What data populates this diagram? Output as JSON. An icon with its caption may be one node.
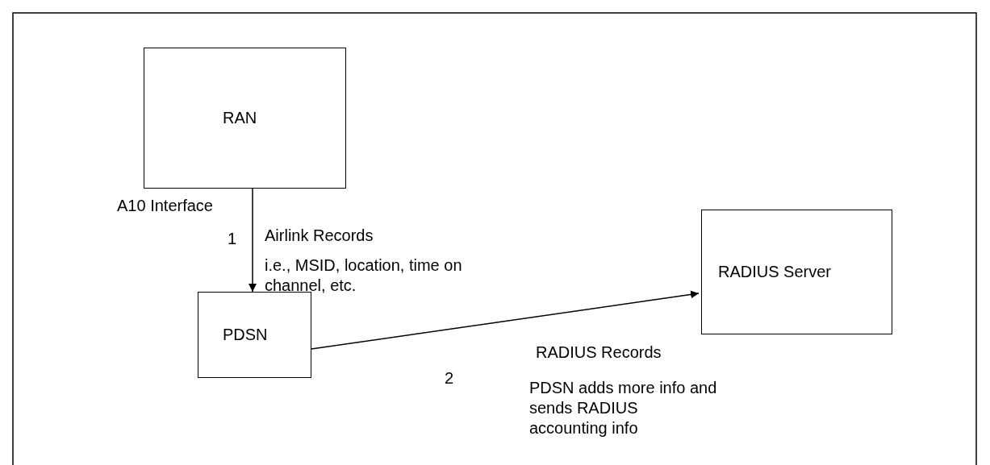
{
  "diagram": {
    "nodes": [
      {
        "text": [
          "RAN"
        ]
      },
      {
        "text": [
          "PDSN"
        ]
      },
      {
        "text": [
          "RADIUS Server"
        ]
      }
    ],
    "edges": [
      {
        "from": 0,
        "to": 1,
        "arrow": "to"
      },
      {
        "from": 1,
        "to": 2,
        "arrow": "to"
      }
    ],
    "labels": [
      "A10 Interface",
      "1",
      "Airlink Records",
      "i.e., MSID, location, time on channel, etc.",
      "RADIUS Records",
      "2",
      "PDSN adds more info and sends RADIUS accounting info"
    ]
  }
}
